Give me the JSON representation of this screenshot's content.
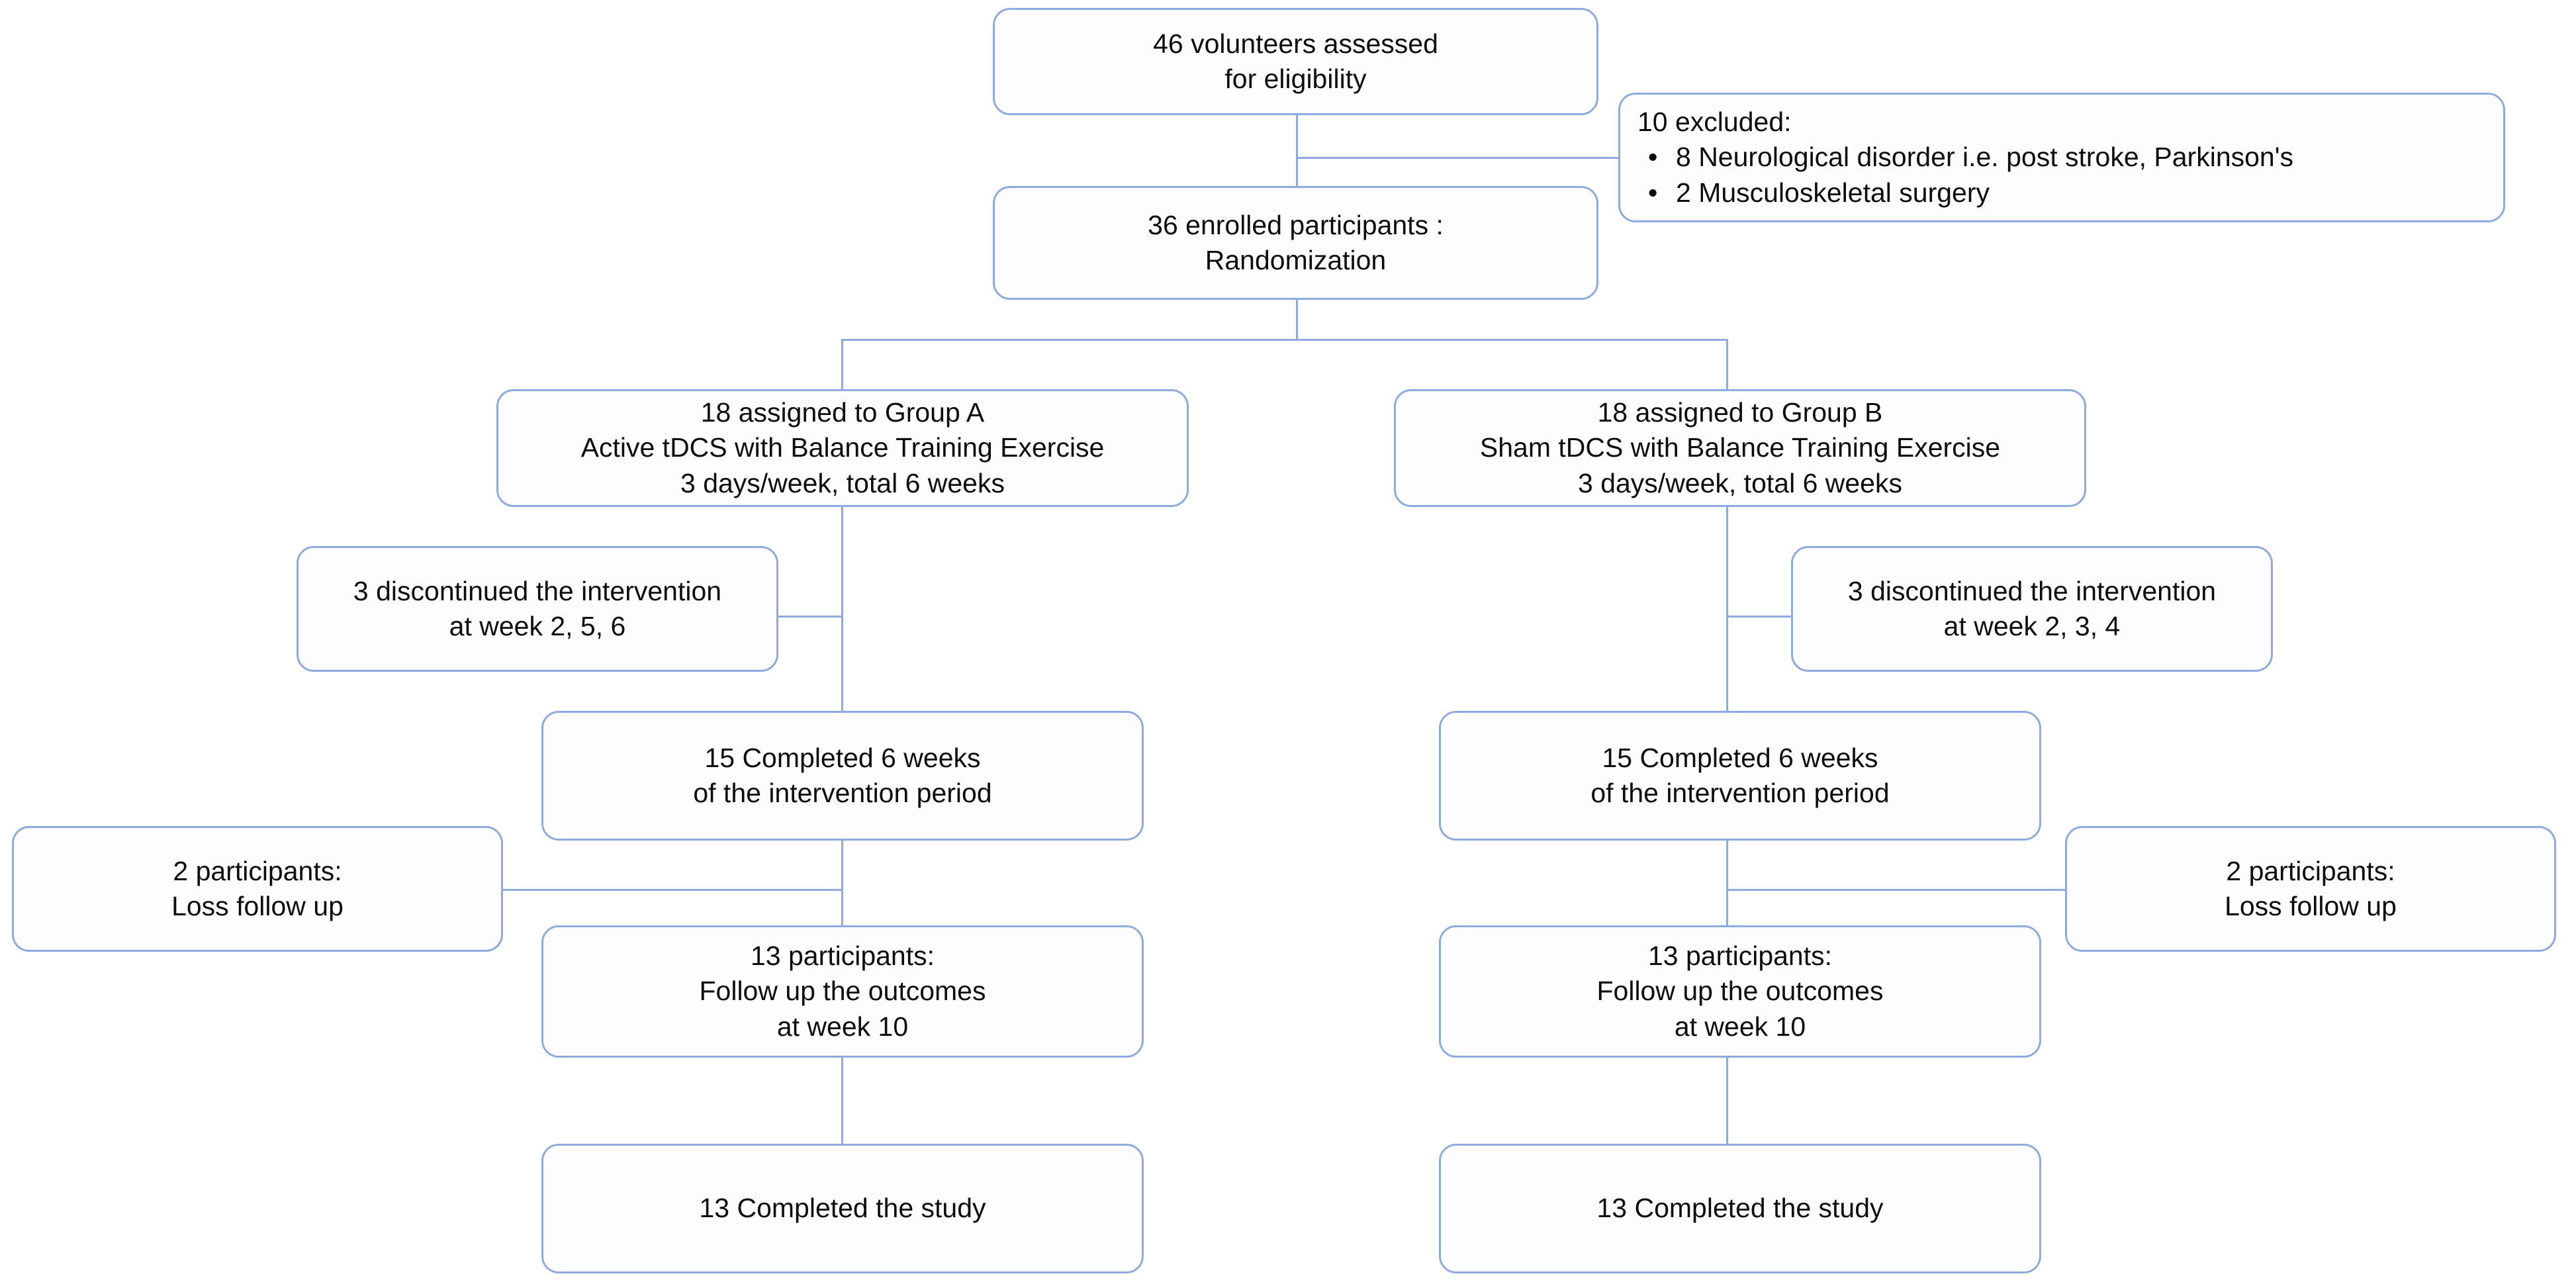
{
  "diagram": {
    "title": "CONSORT participant flow diagram",
    "accent_color": "#8faadc",
    "text_color": "#0d0d0d",
    "background_color": "#ffffff"
  },
  "nodes": {
    "assessed": {
      "line1": "46 volunteers assessed",
      "line2": "for eligibility"
    },
    "excluded": {
      "heading": "10 excluded:",
      "bullet_glyph": "•",
      "item1": "8 Neurological disorder i.e. post stroke, Parkinson's",
      "item2": "2 Musculoskeletal surgery"
    },
    "enrolled": {
      "line1": "36 enrolled participants :",
      "line2": "Randomization"
    },
    "group_a": {
      "line1": "18 assigned to Group A",
      "line2": "Active tDCS with Balance Training Exercise",
      "line3": "3 days/week, total 6 weeks"
    },
    "group_b": {
      "line1": "18 assigned to Group B",
      "line2": "Sham tDCS with Balance Training Exercise",
      "line3": "3 days/week, total 6 weeks"
    },
    "discontinued_a": {
      "line1": "3 discontinued the intervention",
      "line2": "at week 2, 5, 6"
    },
    "discontinued_b": {
      "line1": "3 discontinued the intervention",
      "line2": "at week 2, 3, 4"
    },
    "completed_a": {
      "line1": "15 Completed 6 weeks",
      "line2": "of the intervention period"
    },
    "completed_b": {
      "line1": "15 Completed 6 weeks",
      "line2": "of the intervention period"
    },
    "loss_a": {
      "line1": "2 participants:",
      "line2": "Loss follow up"
    },
    "loss_b": {
      "line1": "2 participants:",
      "line2": "Loss follow up"
    },
    "followup_a": {
      "line1": "13 participants:",
      "line2": "Follow up the outcomes",
      "line3": "at week 10"
    },
    "followup_b": {
      "line1": "13 participants:",
      "line2": "Follow up the outcomes",
      "line3": "at week 10"
    },
    "study_a": {
      "line1": "13 Completed the study"
    },
    "study_b": {
      "line1": "13 Completed the study"
    }
  }
}
